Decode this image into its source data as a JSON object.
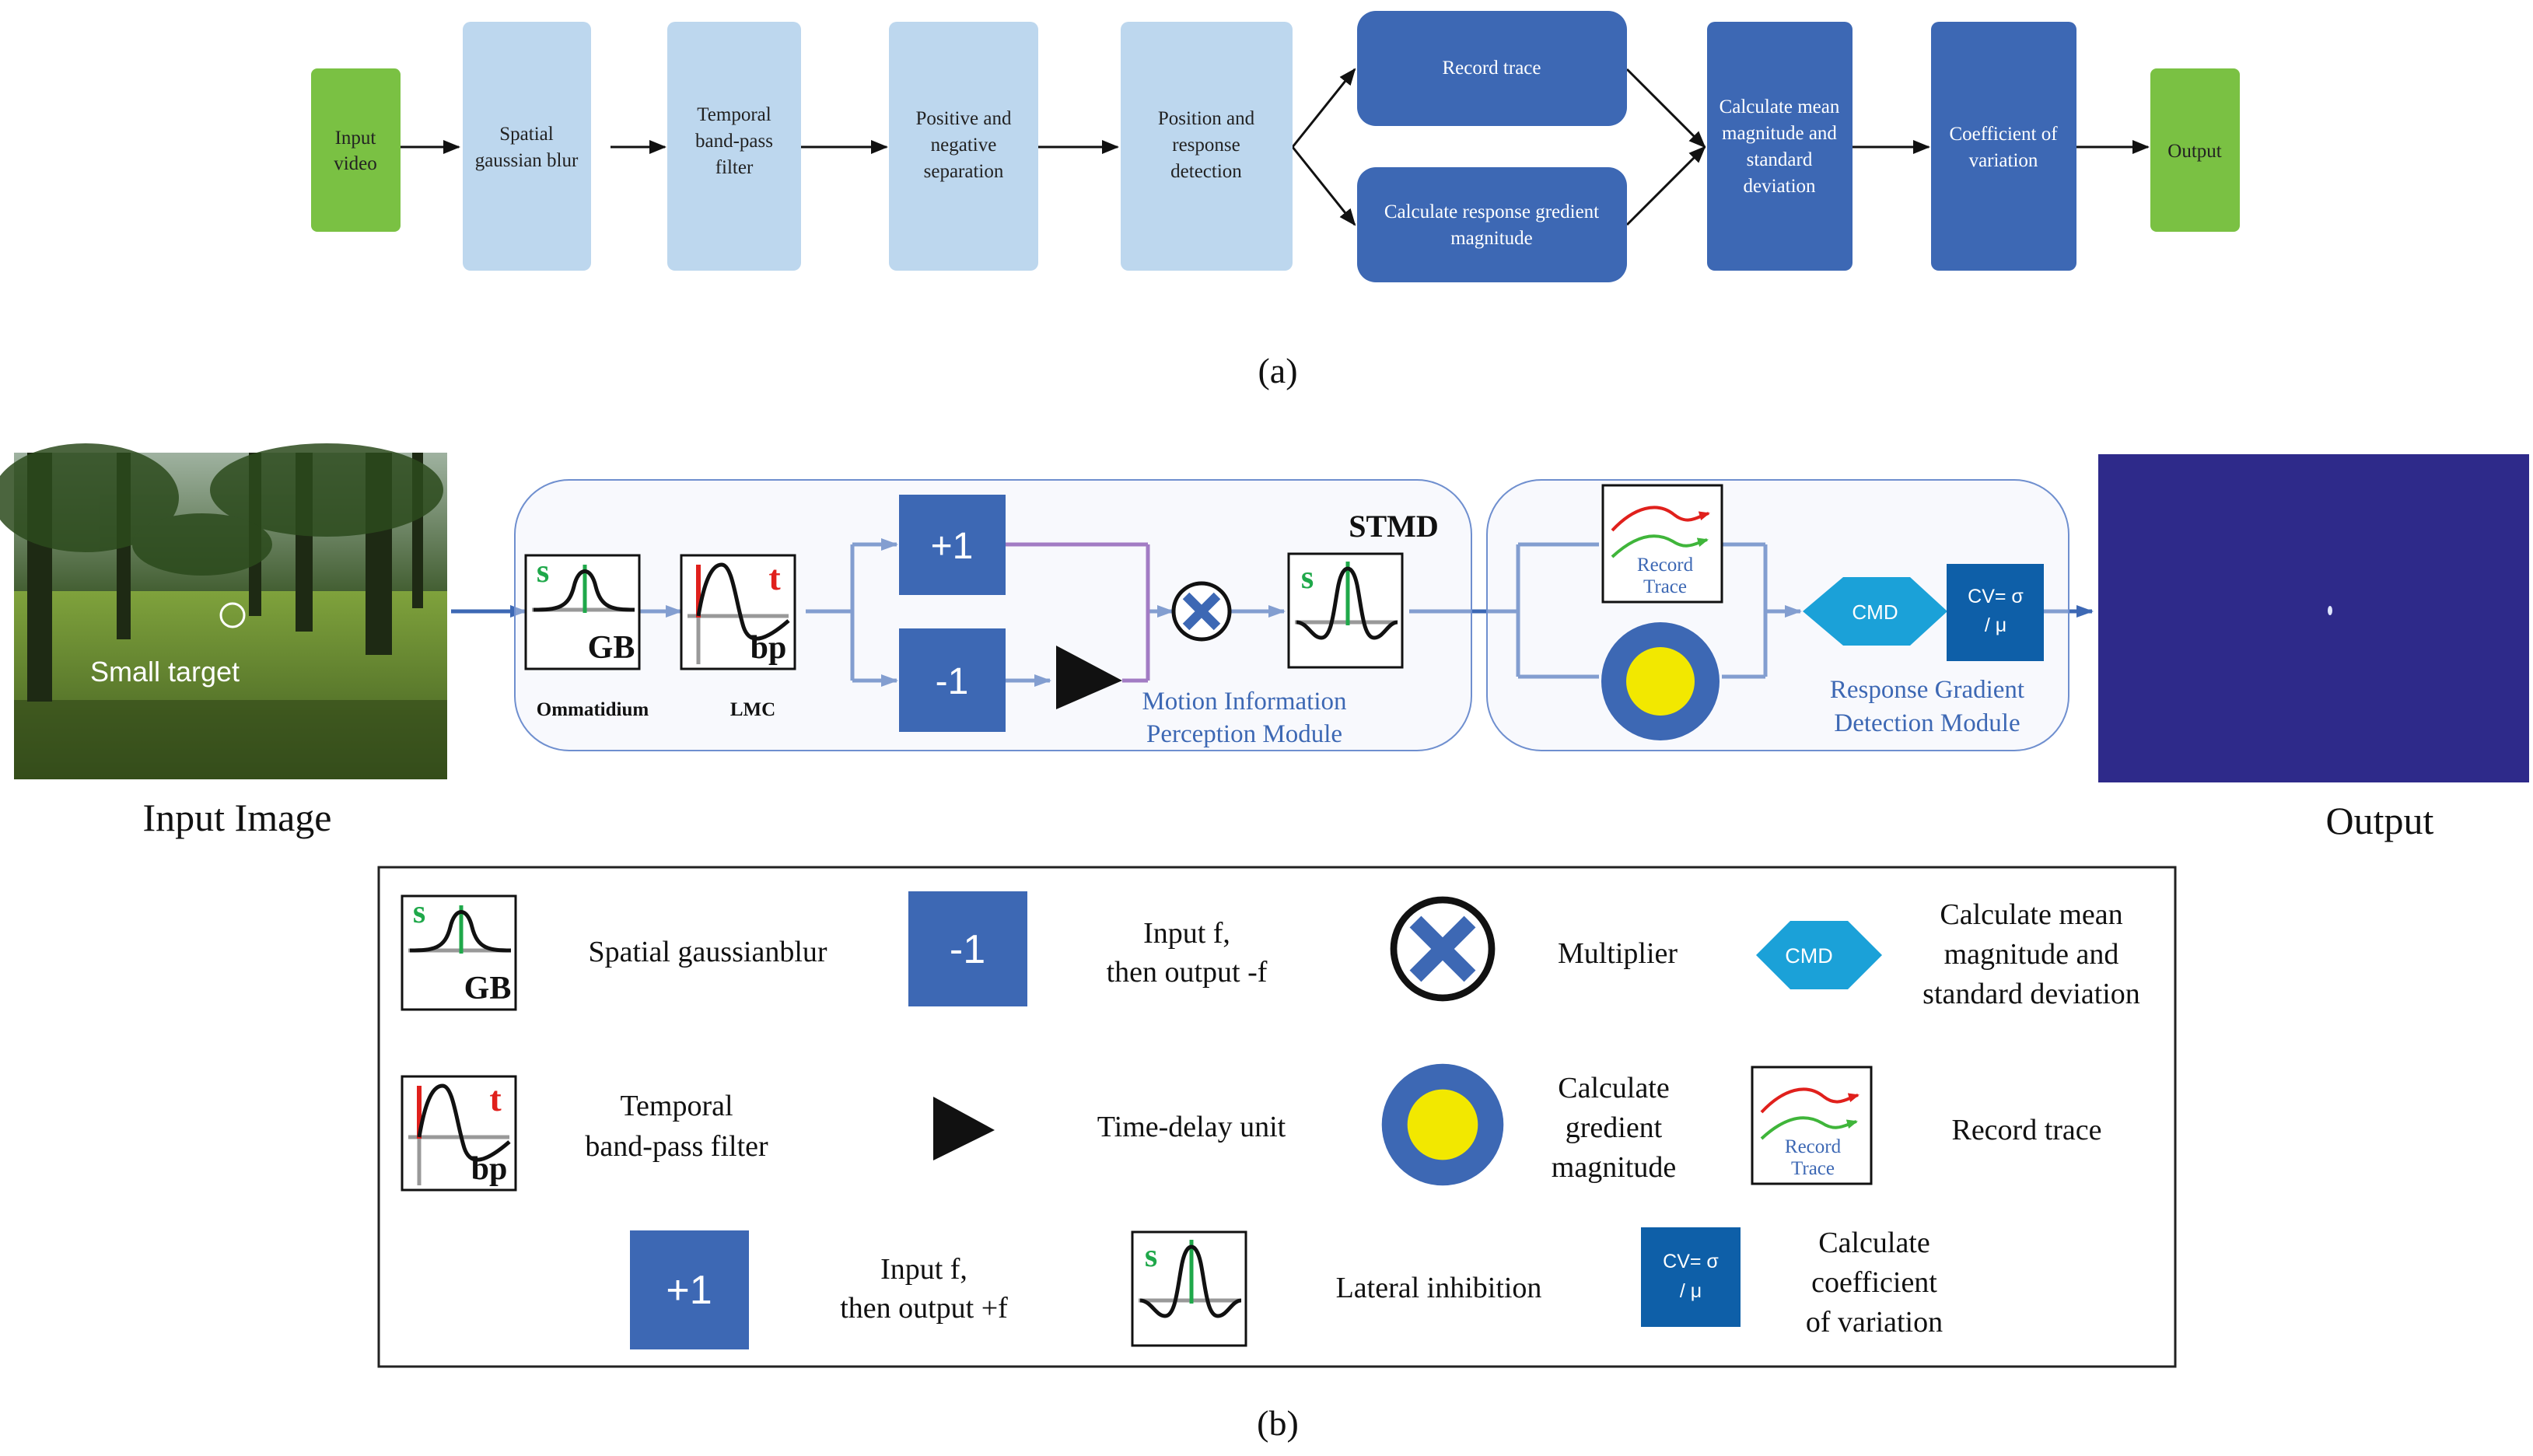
{
  "panel_a": {
    "caption": "(a)",
    "steps": {
      "input": [
        "Input",
        "video"
      ],
      "blur": [
        "Spatial",
        "gaussian blur"
      ],
      "bandpass": [
        "Temporal",
        "band-pass",
        "filter"
      ],
      "separation": [
        "Positive and",
        "negative",
        "separation"
      ],
      "detection": [
        "Position and",
        "response",
        "detection"
      ],
      "record": [
        "Record trace"
      ],
      "gradient": [
        "Calculate response gredient",
        "magnitude"
      ],
      "meanstd": [
        "Calculate mean",
        "magnitude and",
        "standard",
        "deviation"
      ],
      "cv": [
        "Coefficient of",
        "variation"
      ],
      "output": [
        "Output"
      ]
    }
  },
  "panel_b": {
    "caption": "(b)",
    "input_image_label": "Input Image",
    "small_target_label": "Small target",
    "output_label": "Output",
    "ommatidium_label": "Ommatidium",
    "lmc_label": "LMC",
    "stmd_label": "STMD",
    "plus_one": "+1",
    "minus_one": "-1",
    "motion_module": [
      "Motion Information",
      "Perception Module"
    ],
    "gradient_module": [
      "Response Gradient",
      "Detection Module"
    ],
    "record_trace_icon": [
      "Record",
      "Trace"
    ],
    "cmd": "CMD",
    "cv_formula": [
      "CV= σ",
      "/ μ"
    ],
    "gb_s": "s",
    "gb_text": "GB",
    "bp_t": "t",
    "bp_text": "bp"
  },
  "legend": {
    "spatial_blur": [
      "Spatial gaussianblur"
    ],
    "minus_desc": [
      "Input f,",
      "then output -f"
    ],
    "multiplier": [
      "Multiplier"
    ],
    "cmd_desc": [
      "Calculate mean",
      "magnitude and",
      "standard deviation"
    ],
    "temporal": [
      "Temporal",
      "band-pass filter"
    ],
    "delay": [
      "Time-delay unit"
    ],
    "grad_desc": [
      "Calculate",
      "gredient",
      "magnitude"
    ],
    "record_desc": [
      "Record trace"
    ],
    "plus_desc": [
      "Input f,",
      "then output +f"
    ],
    "lateral": [
      "Lateral inhibition"
    ],
    "cv_desc": [
      "Calculate",
      "coefficient",
      "of variation"
    ]
  },
  "colors": {
    "input_output_green": "#7ac143",
    "light_blue": "#bdd7ee",
    "dark_blue": "#3d68b4",
    "module_border": "#4472c4",
    "cmd_cyan": "#1ba1d8",
    "cv_blue": "#0e5fa8",
    "output_panel": "#2e2a8a",
    "purple_line": "#7030a0",
    "yellow": "#f2e800"
  }
}
